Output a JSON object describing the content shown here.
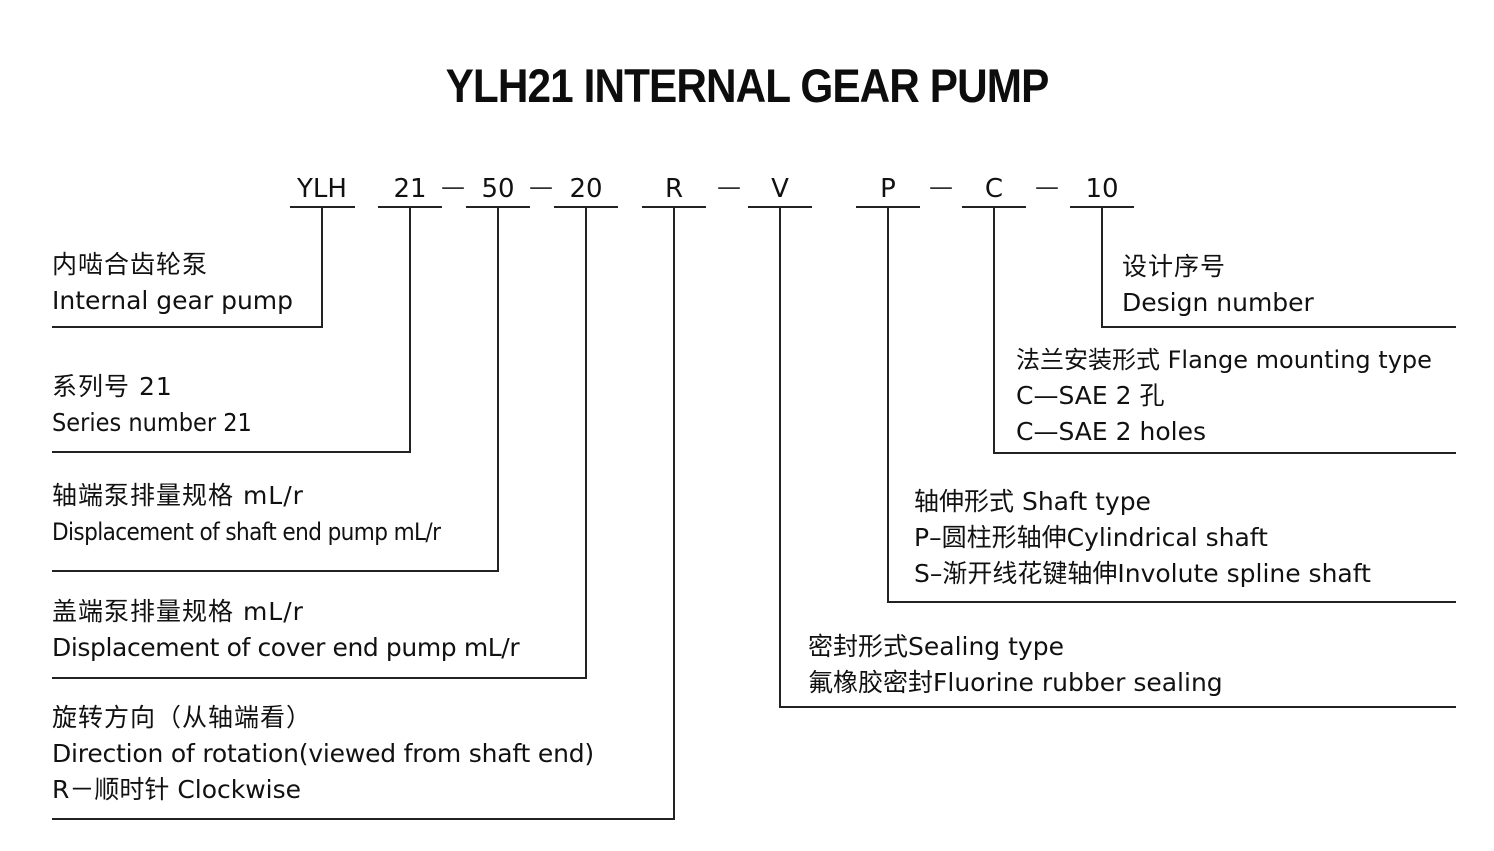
{
  "title": "YLH21 INTERNAL GEAR PUMP",
  "codes": {
    "c1": "YLH",
    "c2": "21",
    "c3": "50",
    "c4": "20",
    "c5": "R",
    "c6": "V",
    "c7": "P",
    "c8": "C",
    "c9": "10"
  },
  "separator": "—",
  "left_descriptions": {
    "internal_gear": {
      "cn": "内啮合齿轮泵",
      "en": "Internal gear pump"
    },
    "series": {
      "cn": "系列号 21",
      "en": "Series number 21"
    },
    "shaft_disp": {
      "cn": "轴端泵排量规格 mL/r",
      "en": "Displacement of shaft end pump mL/r"
    },
    "cover_disp": {
      "cn": "盖端泵排量规格 mL/r",
      "en": "Displacement of cover end pump mL/r"
    },
    "rotation": {
      "cn": "旋转方向（从轴端看）",
      "en": "Direction of rotation(viewed from shaft end)",
      "value": "R－顺时针 Clockwise"
    }
  },
  "right_descriptions": {
    "design": {
      "cn": "设计序号",
      "en": "Design number"
    },
    "flange": {
      "title": "法兰安装形式 Flange mounting type",
      "line2": "C—SAE 2 孔",
      "line3": "C—SAE  2  holes"
    },
    "shaft": {
      "title": "轴伸形式 Shaft type",
      "line2": "P–圆柱形轴伸Cylindrical shaft",
      "line3": "S–渐开线花键轴伸Involute spline shaft"
    },
    "seal": {
      "title": "密封形式Sealing type",
      "line2": "氟橡胶密封Fluorine rubber sealing"
    }
  }
}
